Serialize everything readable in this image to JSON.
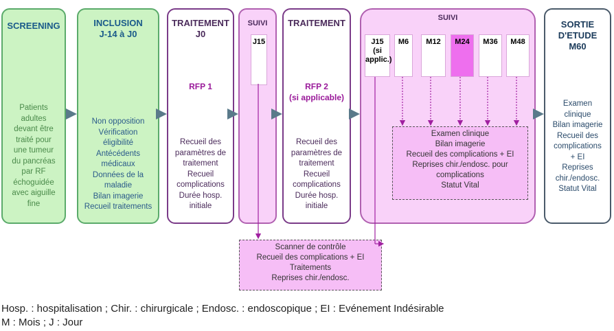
{
  "colors": {
    "screening": "#ccf3c3",
    "inclusion": "#ccf3c3",
    "green_border": "#5aaa6a",
    "treatment": "#ffffff",
    "treatment_border": "#7a3a88",
    "suivi": "#f9d2f9",
    "suivi_border": "#b060b0",
    "sortie_border": "#4a5a6a",
    "highlight": "#ee6fee",
    "arrow": "#5a7a8a"
  },
  "screening": {
    "title": "SCREENING",
    "body": "Patients\nadultes\ndevant être\ntraité pour\nune tumeur\ndu pancréas\npar RF\néchoguidée\navec aiguille\nfine"
  },
  "inclusion": {
    "title": "INCLUSION\nJ-14 à J0",
    "body": "Non opposition\nVérification\néligibilité\nAntécédents\nmédicaux\nDonnées de la\nmaladie\nBilan imagerie\nRecueil traitements"
  },
  "traitement1": {
    "title": "TRAITEMENT\nJ0",
    "subtitle": "RFP 1",
    "body": "Recueil des\nparamètres de\ntraitement\nRecueil\ncomplications\nDurée hosp.\ninitiale"
  },
  "suivi1": {
    "title": "SUIVI",
    "tick": "J15"
  },
  "traitement2": {
    "title": "TRAITEMENT",
    "subtitle": "RFP 2\n(si applicable)",
    "body": "Recueil des\nparamètres de\ntraitement\nRecueil\ncomplications\nDurée hosp.\ninitiale"
  },
  "suivi2": {
    "title": "SUIVI",
    "ticks": [
      {
        "label": "J15\n(si\napplic.)",
        "highlight": false
      },
      {
        "label": "M6",
        "highlight": false
      },
      {
        "label": "M12",
        "highlight": false
      },
      {
        "label": "M24",
        "highlight": true
      },
      {
        "label": "M36",
        "highlight": false
      },
      {
        "label": "M48",
        "highlight": false
      }
    ],
    "exam_box": "Examen clinique\nBilan imagerie\nRecueil des complications + EI\nReprises chir./endosc. pour\ncomplications\nStatut Vital"
  },
  "sortie": {
    "title": "SORTIE\nD'ETUDE\nM60",
    "body": "Examen\nclinique\nBilan imagerie\nRecueil des\ncomplications\n+ EI\nReprises\nchir./endosc.\nStatut Vital"
  },
  "scanner_box": "Scanner de contrôle\nRecueil des complications + EI\nTraitements\nReprises chir./endosc.",
  "legend": {
    "line1": "Hosp. : hospitalisation ; Chir. : chirurgicale ; Endosc. : endoscopique ; EI : Evénement Indésirable",
    "line2": "M : Mois ; J : Jour"
  }
}
